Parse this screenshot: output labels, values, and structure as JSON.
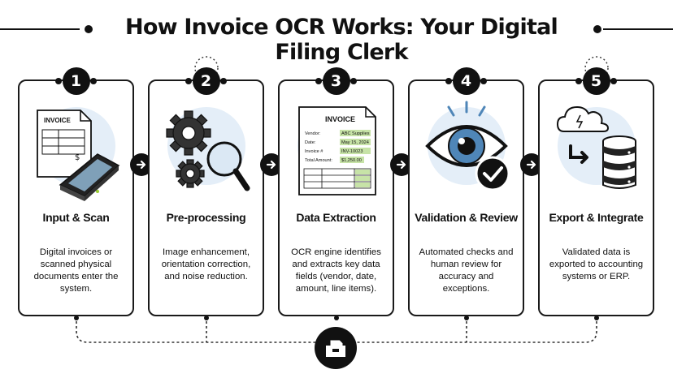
{
  "title": "How Invoice OCR Works: Your Digital Filing Clerk",
  "steps": [
    {
      "number": "1",
      "title": "Input & Scan",
      "description": "Digital invoices or scanned physical documents enter the system.",
      "icon": "invoice-scanner-icon"
    },
    {
      "number": "2",
      "title": "Pre-processing",
      "description": "Image enhancement, orientation correction, and noise reduction.",
      "icon": "gears-magnifier-icon"
    },
    {
      "number": "3",
      "title": "Data Extraction",
      "description": "OCR engine identifies and extracts key data fields (vendor, date, amount, line items).",
      "icon": "extracted-invoice-icon"
    },
    {
      "number": "4",
      "title": "Validation & Review",
      "description": "Automated checks and human review for accuracy and exceptions.",
      "icon": "eye-check-icon"
    },
    {
      "number": "5",
      "title": "Export & Integrate",
      "description": "Validated data is exported to accounting systems or ERP.",
      "icon": "cloud-database-icon"
    }
  ],
  "invoice_sample": {
    "heading": "INVOICE",
    "fields": [
      {
        "label": "Vendor:",
        "value": "ABC Supplies"
      },
      {
        "label": "Date:",
        "value": "May 15, 2024"
      },
      {
        "label": "Invoice #",
        "value": "INV-10023"
      },
      {
        "label": "Total Amount:",
        "value": "$1,250.00"
      }
    ]
  },
  "scan_invoice_heading": "INVOICE",
  "colors": {
    "accent_circle": "#e4eef8",
    "highlight": "#c7e3a7",
    "ink": "#111111",
    "eye_iris": "#4f86b8"
  }
}
